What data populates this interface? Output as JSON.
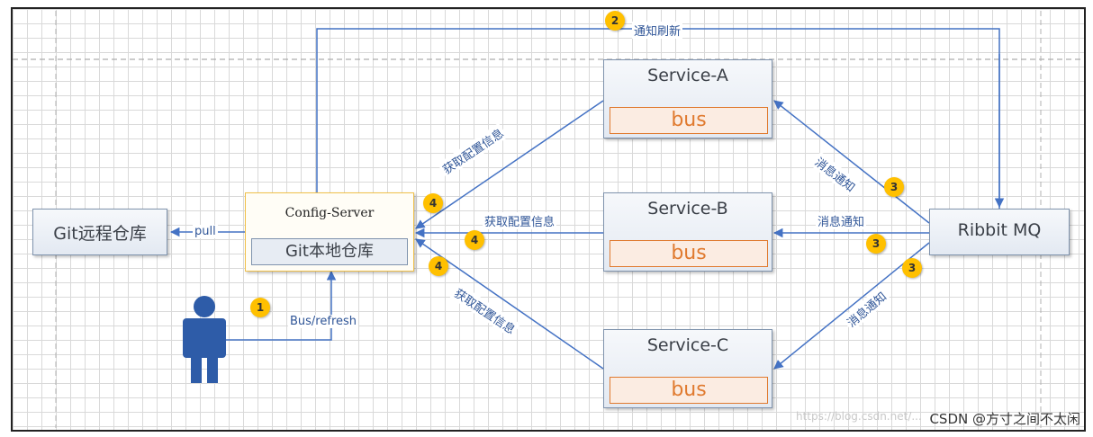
{
  "nodes": {
    "git_remote": "Git远程仓库",
    "config_server": "Config-Server",
    "git_local": "Git本地仓库",
    "service_a": "Service-A",
    "service_b": "Service-B",
    "service_c": "Service-C",
    "bus": "bus",
    "rabbit_mq": "Ribbit MQ"
  },
  "edges": {
    "pull": "pull",
    "bus_refresh": "Bus/refresh",
    "notify_refresh": "通知刷新",
    "get_config": "获取配置信息",
    "message_notify": "消息通知"
  },
  "steps": [
    "1",
    "2",
    "3",
    "4"
  ],
  "watermark": {
    "faint": "https://blog.csdn.net/...",
    "credit": "CSDN @方寸之间不太闲"
  },
  "colors": {
    "arrow": "#4472c4",
    "bus_orange": "#e07a2f",
    "badge": "#ffc000",
    "person": "#2e5ca8"
  },
  "icons": [
    "person-icon"
  ]
}
